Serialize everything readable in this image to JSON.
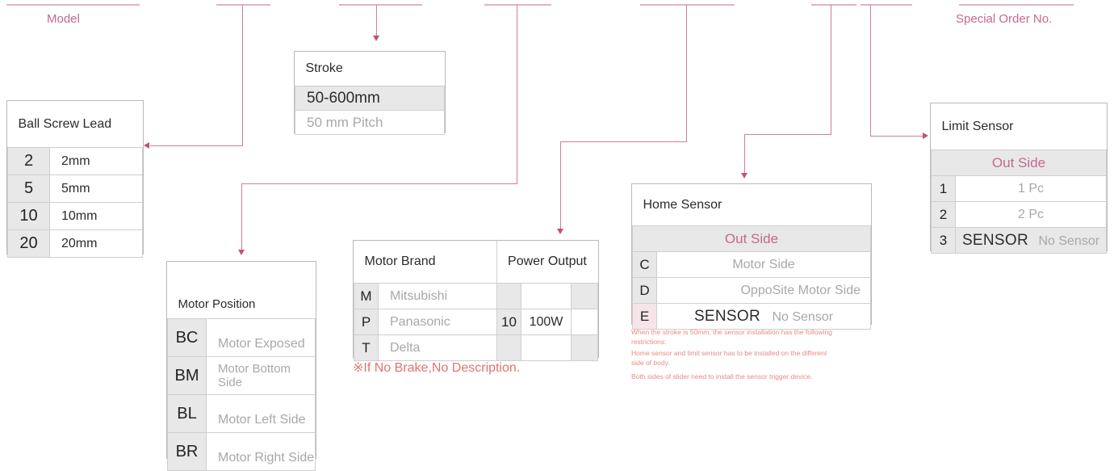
{
  "top_labels": [
    {
      "text": "Model"
    },
    {
      "text": "Special Order No."
    }
  ],
  "ball_screw_lead": {
    "title": "Ball Screw Lead",
    "rows": [
      {
        "code": "2",
        "value": "2mm"
      },
      {
        "code": "5",
        "value": "5mm"
      },
      {
        "code": "10",
        "value": "10mm"
      },
      {
        "code": "20",
        "value": "20mm"
      }
    ]
  },
  "stroke": {
    "title": "Stroke",
    "range": "50-600mm",
    "pitch": "50 mm Pitch"
  },
  "motor_position": {
    "title": "Motor Position",
    "rows": [
      {
        "code": "BC",
        "value": "Motor Exposed"
      },
      {
        "code": "BM",
        "value": "Motor Bottom Side"
      },
      {
        "code": "BL",
        "value": "Motor Left Side"
      },
      {
        "code": "BR",
        "value": "Motor Right Side"
      }
    ]
  },
  "motor_brand": {
    "title": "Motor Brand",
    "power_title": "Power Output",
    "rows": [
      {
        "code": "M",
        "value": "Mitsubishi",
        "p_code": "",
        "p_value": ""
      },
      {
        "code": "P",
        "value": "Panasonic",
        "p_code": "10",
        "p_value": "100W"
      },
      {
        "code": "T",
        "value": "Delta",
        "p_code": "",
        "p_value": ""
      }
    ],
    "note": "※If No Brake,No Description."
  },
  "home_sensor": {
    "title": "Home Sensor",
    "subtitle": "Out Side",
    "rows": [
      {
        "code": "C",
        "value": "Motor Side",
        "value2": ""
      },
      {
        "code": "D",
        "value": "OppoSite Motor Side",
        "value2": ""
      },
      {
        "code": "E",
        "value": "SENSOR",
        "value2": "No Sensor"
      }
    ],
    "fineprint": [
      "When the stroke is 50mm, the sensor installation has the following restrictions:",
      "Home sensor and limit sensor has to be installed on the different side of body.",
      "Both sides of slider need to install the sensor trigger device."
    ]
  },
  "limit_sensor": {
    "title": "Limit Sensor",
    "subtitle": "Out Side",
    "rows": [
      {
        "code": "1",
        "value": "1 Pc",
        "value2": ""
      },
      {
        "code": "2",
        "value": "2 Pc",
        "value2": ""
      },
      {
        "code": "3",
        "value": "SENSOR",
        "value2": "No Sensor"
      }
    ]
  },
  "colors": {
    "accent": "#c4698e",
    "line": "#cf7f9c",
    "note": "#e0756f",
    "gray_cell": "#e8e8e8",
    "pink_cell": "#f7e4e8"
  }
}
